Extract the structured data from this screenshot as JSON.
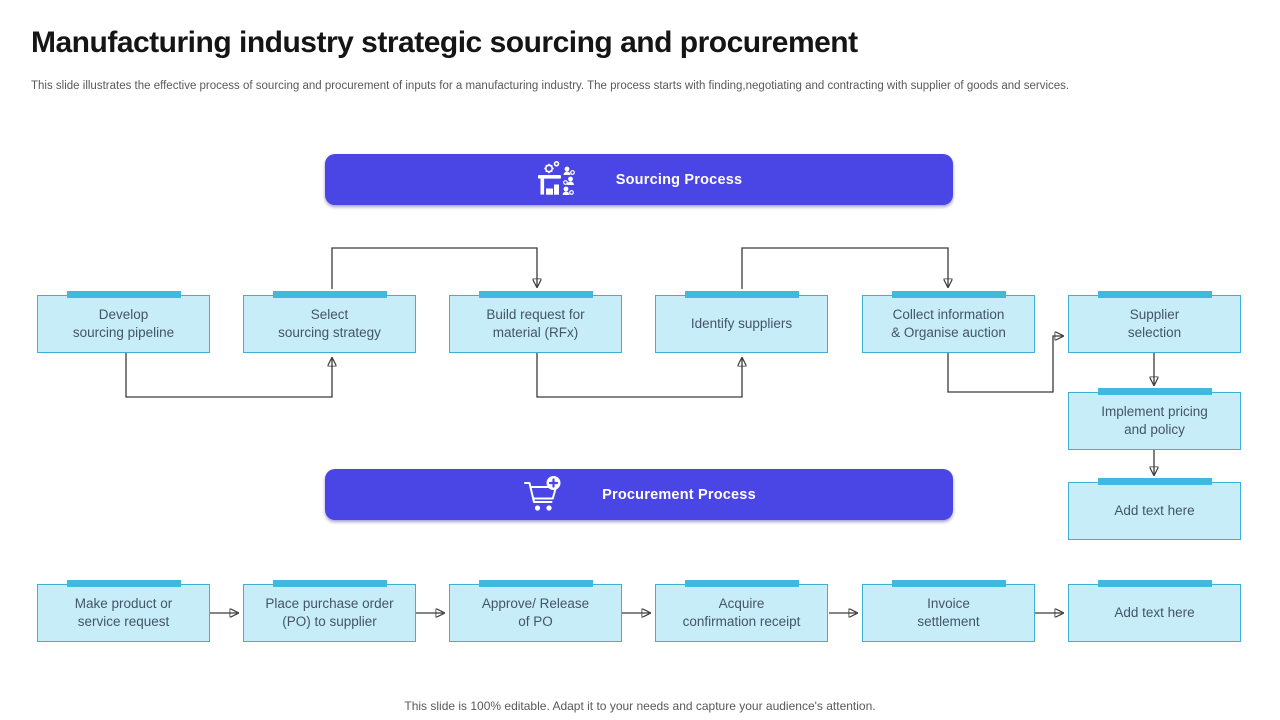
{
  "slide": {
    "title": "Manufacturing industry strategic sourcing and procurement",
    "subtitle": "This slide illustrates the effective process of sourcing and procurement of inputs for a manufacturing industry. The process starts with finding,negotiating and contracting with supplier of goods and services.",
    "footer": "This slide is 100% editable. Adapt it to your needs and capture your audience's attention."
  },
  "sourcing": {
    "banner": {
      "label": "Sourcing Process",
      "icon": "sourcing-desk-gears-icon"
    },
    "steps": [
      {
        "label": "Develop\nsourcing pipeline"
      },
      {
        "label": "Select\nsourcing strategy"
      },
      {
        "label": "Build request for\nmaterial (RFx)"
      },
      {
        "label": "Identify suppliers"
      },
      {
        "label": "Collect information\n& Organise auction"
      },
      {
        "label": "Supplier\nselection"
      },
      {
        "label": "Implement pricing\nand policy"
      },
      {
        "label": "Add text here"
      }
    ]
  },
  "procurement": {
    "banner": {
      "label": "Procurement Process",
      "icon": "cart-plus-icon"
    },
    "steps": [
      {
        "label": "Make product or\nservice request"
      },
      {
        "label": "Place purchase order\n(PO) to supplier"
      },
      {
        "label": "Approve/ Release\nof PO"
      },
      {
        "label": "Acquire\nconfirmation receipt"
      },
      {
        "label": "Invoice\nsettlement"
      },
      {
        "label": "Add text here"
      }
    ]
  },
  "colors": {
    "banner_bg": "#4A45E5",
    "node_fill": "#C7EDF9",
    "node_border": "#3FAFD6",
    "node_tab": "#41B9DF",
    "connector": "#3A3A3A",
    "node_text": "#44546A",
    "muted_text": "#595959"
  }
}
